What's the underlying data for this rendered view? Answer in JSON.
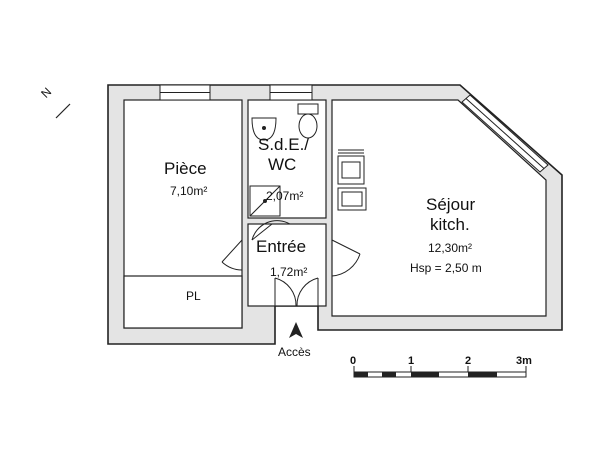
{
  "compass": {
    "label": "N"
  },
  "rooms": {
    "piece": {
      "name": "Pièce",
      "area": "7,10m²"
    },
    "sde": {
      "name_line1": "S.d.E./",
      "name_line2": "WC",
      "area": "2,07m²"
    },
    "entree": {
      "name": "Entrée",
      "area": "1,72m²"
    },
    "sejour": {
      "name_line1": "Séjour",
      "name_line2": "kitch.",
      "area": "12,30m²",
      "height": "Hsp = 2,50 m"
    },
    "pl": {
      "name": "PL"
    }
  },
  "access": {
    "label": "Accès"
  },
  "scale": {
    "ticks": [
      "0",
      "1",
      "2",
      "3m"
    ]
  }
}
